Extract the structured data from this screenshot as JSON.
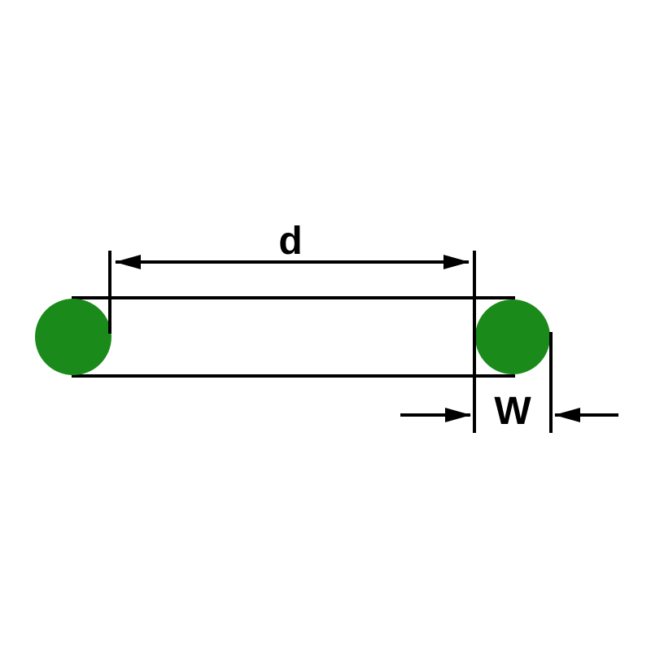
{
  "diagram": {
    "type": "technical-dimension-diagram",
    "subject": "o-ring cross-section with dimension callouts",
    "labels": {
      "inner_diameter": "d",
      "cross_section_width": "W"
    },
    "colors": {
      "ring_fill": "#1a8a1a",
      "line": "#000000",
      "background": "#ffffff"
    }
  }
}
